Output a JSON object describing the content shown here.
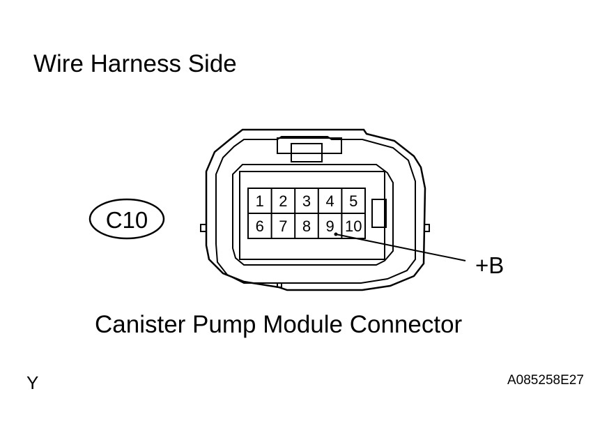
{
  "title": "Wire Harness Side",
  "connector": {
    "code": "C10",
    "name": "Canister Pump Module Connector",
    "pins_top": [
      "1",
      "2",
      "3",
      "4",
      "5"
    ],
    "pins_bottom": [
      "6",
      "7",
      "8",
      "9",
      "10"
    ],
    "terminal_label": "+B"
  },
  "footer": {
    "left": "Y",
    "right": "A085258E27"
  }
}
